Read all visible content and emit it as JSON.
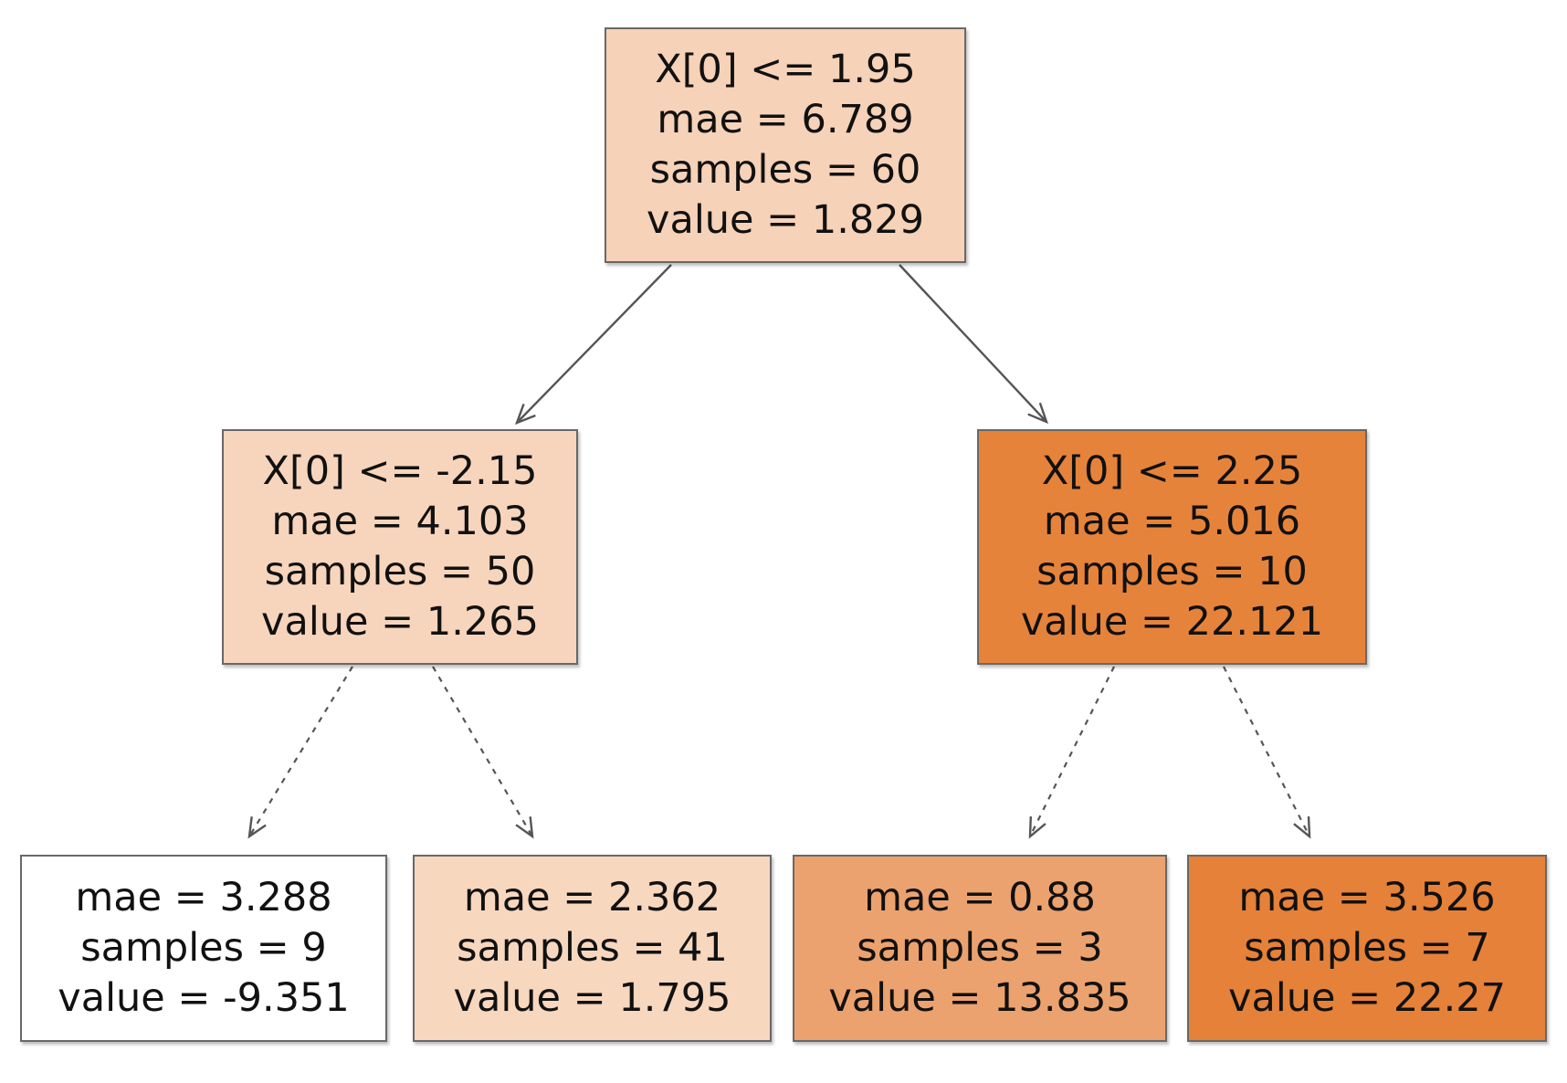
{
  "figure": {
    "background": "#ffffff",
    "border_color": "#686868",
    "arrow_color": "#555555",
    "text_color": "#111111"
  },
  "tree": {
    "nodes": {
      "root": {
        "condition": "X[0] <= 1.95",
        "mae": "mae = 6.789",
        "samples": "samples = 60",
        "value": "value = 1.829",
        "fill": "#f6d2b8"
      },
      "left_child": {
        "condition": "X[0] <= -2.15",
        "mae": "mae = 4.103",
        "samples": "samples = 50",
        "value": "value = 1.265",
        "fill": "#f7d5bc"
      },
      "right_child": {
        "condition": "X[0] <= 2.25",
        "mae": "mae = 5.016",
        "samples": "samples = 10",
        "value": "value = 22.121",
        "fill": "#e6833b"
      },
      "leaf_far_left": {
        "mae": "mae = 3.288",
        "samples": "samples = 9",
        "value": "value = -9.351",
        "fill": "#ffffff"
      },
      "leaf_mid_left": {
        "mae": "mae = 2.362",
        "samples": "samples = 41",
        "value": "value = 1.795",
        "fill": "#f8d7bf"
      },
      "leaf_mid_right": {
        "mae": "mae = 0.88",
        "samples": "samples = 3",
        "value": "value = 13.835",
        "fill": "#eca26e"
      },
      "leaf_far_right": {
        "mae": "mae = 3.526",
        "samples": "samples = 7",
        "value": "value = 22.27",
        "fill": "#e58139"
      }
    }
  }
}
